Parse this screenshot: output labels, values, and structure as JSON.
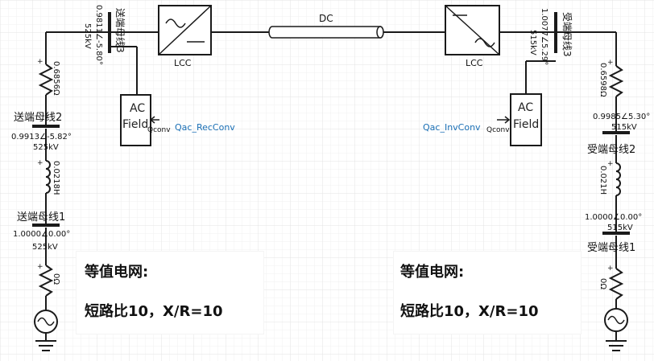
{
  "diagram": {
    "dc_label": "DC",
    "converters": {
      "left": "LCC",
      "right": "LCC"
    },
    "ac_field": {
      "left": {
        "ac": "AC",
        "field": "Field",
        "qconv": "Qconv",
        "signal": "Qac_RecConv"
      },
      "right": {
        "ac": "AC",
        "field": "Field",
        "qconv": "Qconv",
        "signal": "Qac_InvConv"
      }
    },
    "left_side": {
      "bus3": {
        "name": "送端母线3",
        "value": "0.9811∠-5.80°",
        "kv": "525kV"
      },
      "r1": "0.6856Ω",
      "bus2": {
        "name": "送端母线2",
        "value": "0.9913∠-5.82°",
        "kv": "525kV"
      },
      "l1": "0.0218H",
      "bus1": {
        "name": "送端母线1",
        "value": "1.0000∠0.00°",
        "kv": "525kV"
      },
      "r0": "0Ω"
    },
    "right_side": {
      "bus3": {
        "name": "受端母线3",
        "value": "1.0077∠5.29°",
        "kv": "515kV"
      },
      "r1": "0.6598Ω",
      "bus2": {
        "name": "受端母线2",
        "value": "0.9985∠5.30°",
        "kv": "515kV"
      },
      "l1": "0.021H",
      "bus1": {
        "name": "受端母线1",
        "value": "1.0000∠0.00°",
        "kv": "515kV"
      },
      "r0": "0Ω"
    },
    "notes": {
      "left": {
        "line1": "等值电网:",
        "line2": "短路比10，X/R=10"
      },
      "right": {
        "line1": "等值电网:",
        "line2": "短路比10，X/R=10"
      }
    },
    "colors": {
      "wire": "#1a1a1a",
      "signal": "#1a6fb5",
      "grid": "#ececec"
    }
  }
}
